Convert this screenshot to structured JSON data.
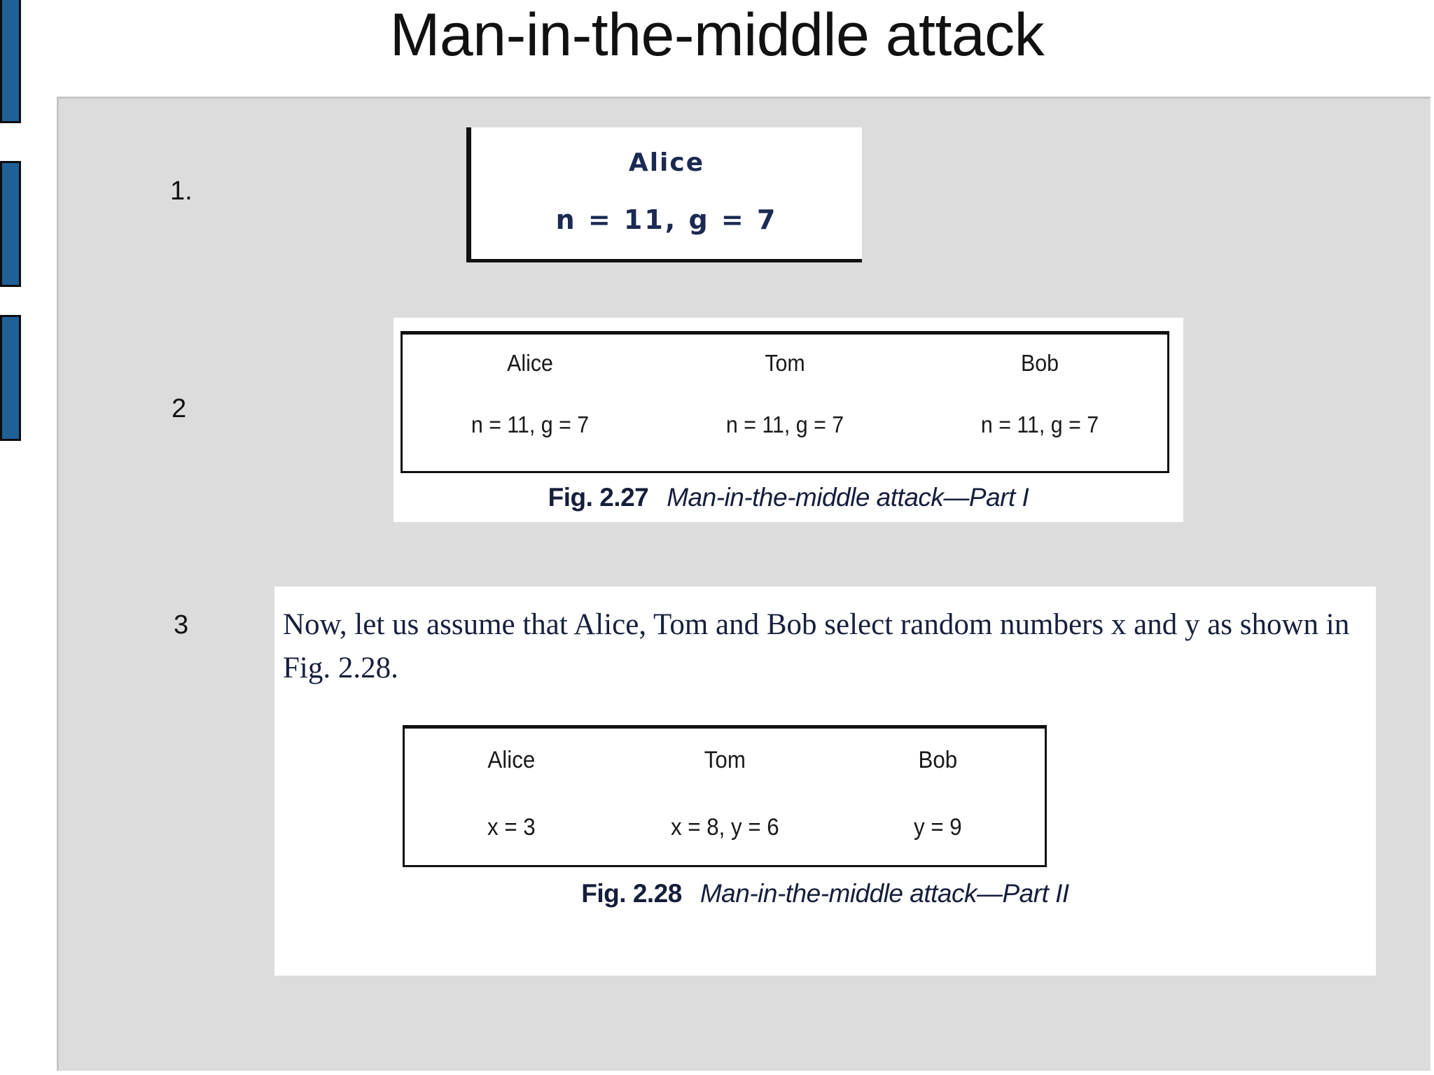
{
  "slide": {
    "title": "Man-in-the-middle attack",
    "panel_bg": "#dcdcdc",
    "accent_color": "#1F6096"
  },
  "decorations": {
    "bars": [
      {
        "name": "blue-bar-1"
      },
      {
        "name": "blue-bar-2"
      },
      {
        "name": "blue-bar-3"
      }
    ]
  },
  "list": {
    "items": [
      {
        "marker": "1."
      },
      {
        "marker": "2"
      },
      {
        "marker": "3"
      }
    ]
  },
  "step1": {
    "alice_label": "Alice",
    "alice_values": "n = 11, g = 7"
  },
  "step2": {
    "table": {
      "headers": [
        "Alice",
        "Tom",
        "Bob"
      ],
      "values": [
        "n = 11, g = 7",
        "n = 11, g = 7",
        "n = 11, g = 7"
      ]
    },
    "caption_label": "Fig. 2.27",
    "caption_text": "Man-in-the-middle attack—Part I"
  },
  "step3": {
    "paragraph": "Now, let us assume that Alice, Tom and Bob select random numbers x and y as shown in Fig. 2.28.",
    "table": {
      "headers": [
        "Alice",
        "Tom",
        "Bob"
      ],
      "values": [
        "x = 3",
        "x = 8, y = 6",
        "y = 9"
      ]
    },
    "caption_label": "Fig. 2.28",
    "caption_text": "Man-in-the-middle attack—Part II"
  }
}
